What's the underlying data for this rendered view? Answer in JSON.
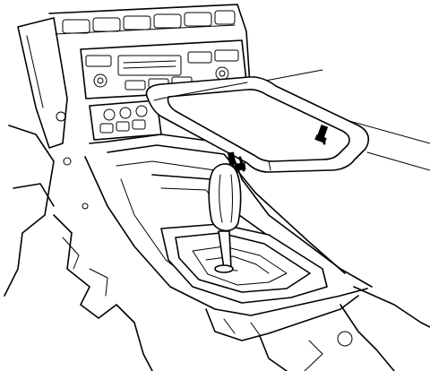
{
  "figure": {
    "subject": "center-console-trim-bezel-removal",
    "colors": {
      "line": "#000000",
      "background": "#ffffff"
    },
    "parts": [
      "dashboard-panel",
      "audio-climate-controls",
      "center-console",
      "shift-lever-knob",
      "shift-gate-bezel",
      "console-trim-bezel",
      "trim-retaining-clips"
    ]
  }
}
